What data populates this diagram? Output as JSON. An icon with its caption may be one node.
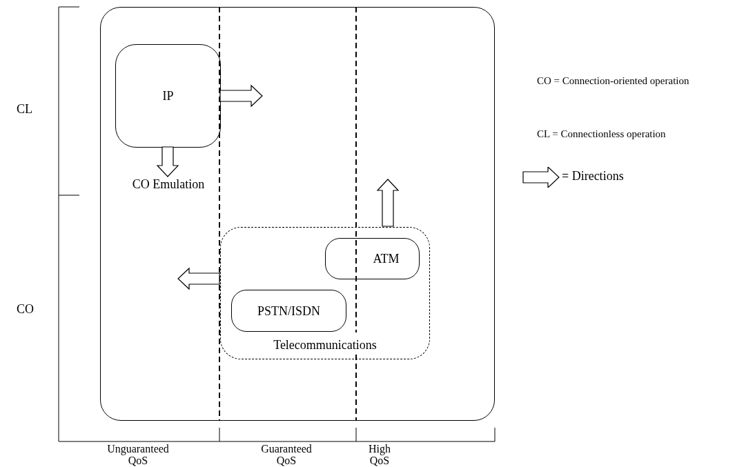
{
  "diagram": {
    "nodes": [
      {
        "text": [],
        "shape": "box"
      },
      {
        "text": [
          "IP"
        ],
        "in": 0
      },
      {
        "text": [
          "CO Emulation"
        ],
        "in": 0
      },
      {
        "text": [
          "Telecommunications"
        ],
        "in": 0
      },
      {
        "text": [
          "ATM"
        ],
        "in": 3
      },
      {
        "text": [
          "PSTN/ISDN"
        ],
        "in": 3
      }
    ],
    "edges": [
      {
        "from": 1,
        "to": null,
        "arrow": "to"
      },
      {
        "from": 1,
        "to": 2,
        "arrow": "to"
      },
      {
        "from": 3,
        "to": null,
        "arrow": "to"
      },
      {
        "from": 3,
        "to": null,
        "arrow": "to"
      }
    ],
    "labels": [
      "CL",
      "CO = Connection-oriented operation",
      "CL = Connectionless operation",
      "CO",
      "Unguaranteed QoS",
      "Guaranteed QoS",
      "High QoS"
    ],
    "legend": [
      {
        "text": "= Directions"
      }
    ]
  }
}
